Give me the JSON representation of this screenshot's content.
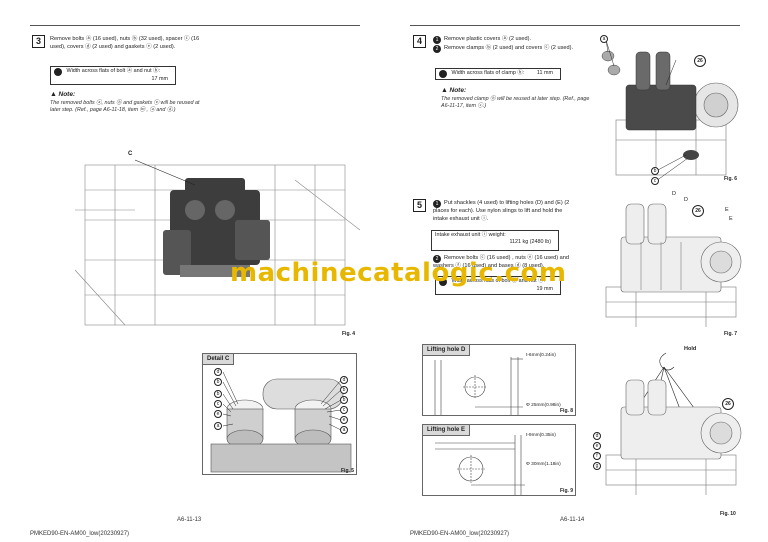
{
  "left_page": {
    "step_number": "3",
    "instruction": "Remove bolts ⓐ (16 used), nuts ⓑ (32 used), spacer ⓒ (16 used), covers ⓓ (2 used) and gaskets ⓔ (2 used).",
    "spec_label": "Width across flats of bolt ⓐ and nut ⓑ:",
    "spec_value": "17 mm",
    "note_title": "Note:",
    "note_text": "The removed bolts ⓐ, nuts ⓑ and gaskets ⓔ will be reused at later step. (Ref., page A6-11-18, item ⓜ , ⓐ and ⓓ.)",
    "fig4_callout": "C",
    "fig4_label": "Fig. 4",
    "detail_title": "Detail C",
    "detail_left_callouts": [
      "d",
      "b",
      "b",
      "c",
      "e",
      "a"
    ],
    "detail_right_callouts": [
      "d",
      "b",
      "b",
      "c",
      "e",
      "a"
    ],
    "fig5_label": "Fig. 5",
    "page_number": "A6-11-13",
    "footer_code": "PMKED90-EN-AM00_low(20230927)"
  },
  "right_page": {
    "step4_number": "4",
    "step4_item1": "Remove plastic covers ⓐ (2 used).",
    "step4_item2": "Remove clamps ⓑ (2 used) and covers ⓒ (2 used).",
    "step4_spec_label": "Width across flats of clamp ⓑ:",
    "step4_spec_value": "11 mm",
    "step4_note_title": "Note:",
    "step4_note_text": "The removed clamp ⓑ will be reused at later step. (Ref., page A6-11-17, item ⓒ.)",
    "fig6_callouts": [
      "a",
      "b",
      "c"
    ],
    "fig6_part": "26",
    "fig6_label": "Fig. 6",
    "step5_number": "5",
    "step5_item1": "Put shackles (4 used) to lifting holes (D) and (E) (2 places for each). Use nylon slings to lift and hold the intake exhaust unit ⓘ.",
    "weight_label": "Intake exhaust unit ⓘ weight:",
    "weight_value": "1121 kg (2480 lb)",
    "step5_item2": "Remove bolts ⓒ (16 used) , nuts ⓔ (16 used) and washers ⓕ (16 used) and bases ⓓ (8 used).",
    "step5_spec_label": "Width across flats of bolt ⓓ and nut ⓔ:",
    "step5_spec_value": "19 mm",
    "fig7_callouts": [
      "D",
      "D",
      "E",
      "E"
    ],
    "fig7_part": "26",
    "fig7_label": "Fig. 7",
    "hole_d_title": "Lifting hole D",
    "hole_d_thickness": "t-6mm(0.24in)",
    "hole_d_diameter": "Φ 25mm(0.98in)",
    "fig8_label": "Fig. 8",
    "hole_e_title": "Lifting hole E",
    "hole_e_thickness": "t-9mm(0.35in)",
    "hole_e_diameter": "Φ 30mm(1.18in)",
    "fig9_label": "Fig. 9",
    "hold_label": "Hold",
    "fig10_callouts": [
      "d",
      "e",
      "f",
      "g"
    ],
    "fig10_part": "26",
    "fig10_label": "Fig. 10",
    "page_number": "A6-11-14",
    "footer_code": "PMKED90-EN-AM00_low(20230927)"
  },
  "watermark": "machinecatalogic.com",
  "colors": {
    "watermark": "#e8b800",
    "rule": "#555555",
    "step_box": "#222222"
  }
}
